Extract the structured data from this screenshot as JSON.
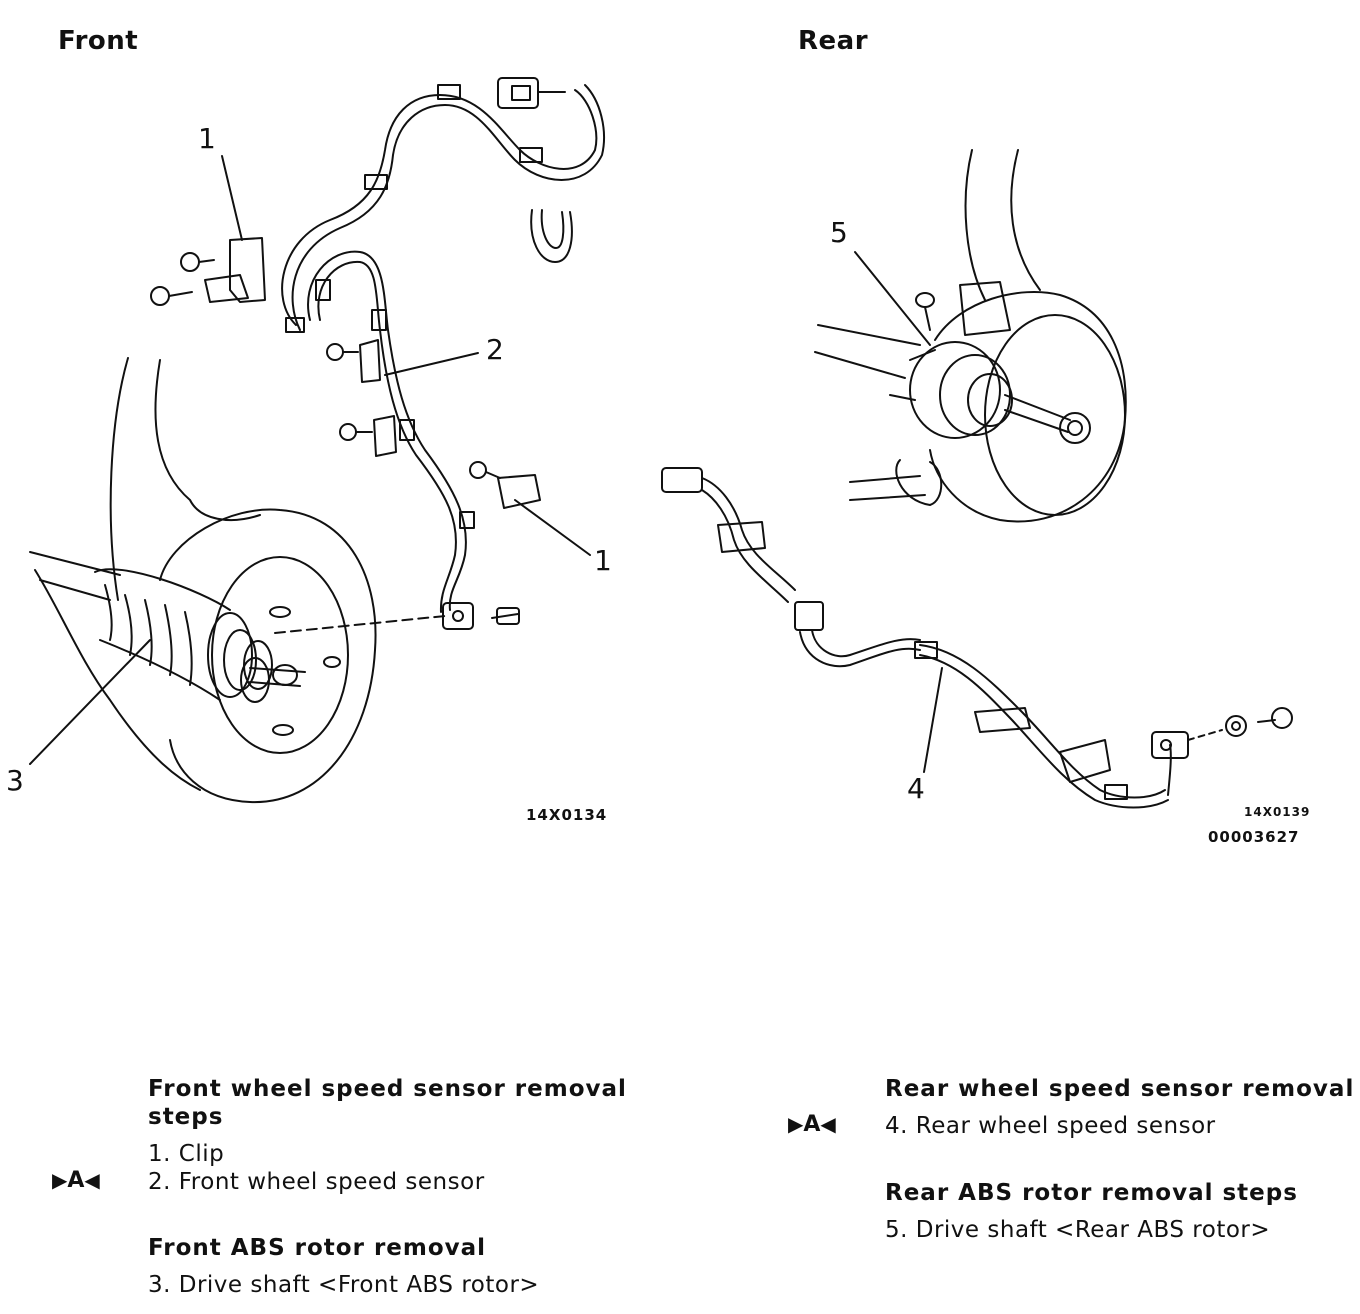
{
  "headers": {
    "front": "Front",
    "rear": "Rear"
  },
  "callouts": {
    "front_clip_top": "1",
    "front_sensor": "2",
    "front_clip_bottom": "1",
    "front_driveshaft": "3",
    "rear_sensor": "4",
    "rear_driveshaft": "5"
  },
  "figure_codes": {
    "front": "14X0134",
    "rear": "14X0139",
    "doc": "00003627"
  },
  "marker": {
    "left_tri": "▶",
    "letter": "A",
    "right_tri": "◀"
  },
  "front_sensor_section": {
    "title_line1": "Front wheel speed sensor removal",
    "title_line2": "steps",
    "step1": "1. Clip",
    "step2": "2. Front wheel speed sensor"
  },
  "front_rotor_section": {
    "title": "Front ABS rotor removal",
    "step3": "3. Drive shaft <Front ABS rotor>"
  },
  "rear_sensor_section": {
    "title": "Rear wheel speed sensor removal",
    "step4": "4. Rear wheel speed sensor"
  },
  "rear_rotor_section": {
    "title": "Rear ABS rotor removal steps",
    "step5": "5. Drive shaft <Rear ABS rotor>"
  },
  "colors": {
    "ink": "#111111",
    "background": "#ffffff"
  }
}
